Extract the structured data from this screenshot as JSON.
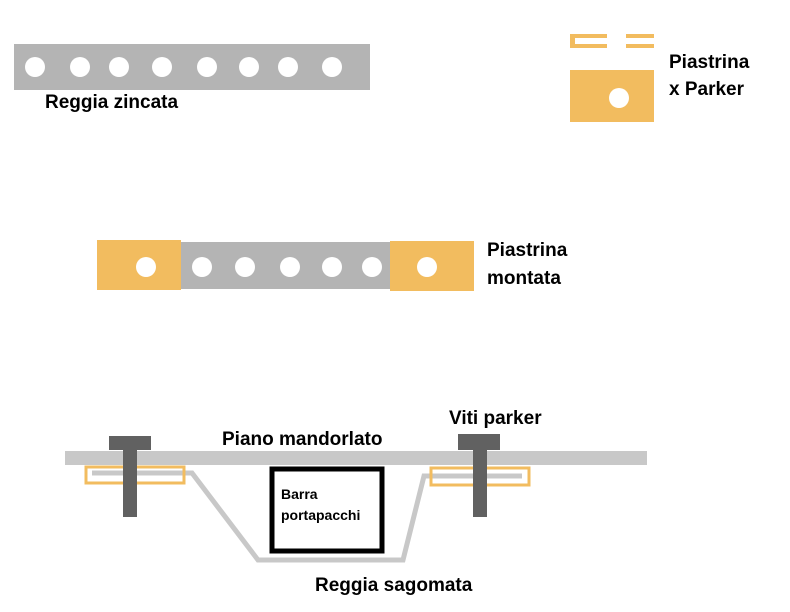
{
  "colors": {
    "steel": "#b4b4b4",
    "plate": "#f2bc5f",
    "screw": "#616161",
    "panel": "#c8c8c8",
    "bar_outline": "#000000",
    "hole": "#ffffff"
  },
  "labels": {
    "reggia_zincata": "Reggia zincata",
    "piastrina_parker_line1": "Piastrina",
    "piastrina_parker_line2": "x Parker",
    "piastrina_montata_line1": "Piastrina",
    "piastrina_montata_line2": "montata",
    "piano_mandorlato": "Piano mandorlato",
    "viti_parker": "Viti parker",
    "barra_line1": "Barra",
    "barra_line2": "portapacchi",
    "reggia_sagomata": "Reggia sagomata"
  },
  "parts": {
    "reggia_zincata_holes": 8,
    "piastrina_montata_strip_holes": 5
  }
}
